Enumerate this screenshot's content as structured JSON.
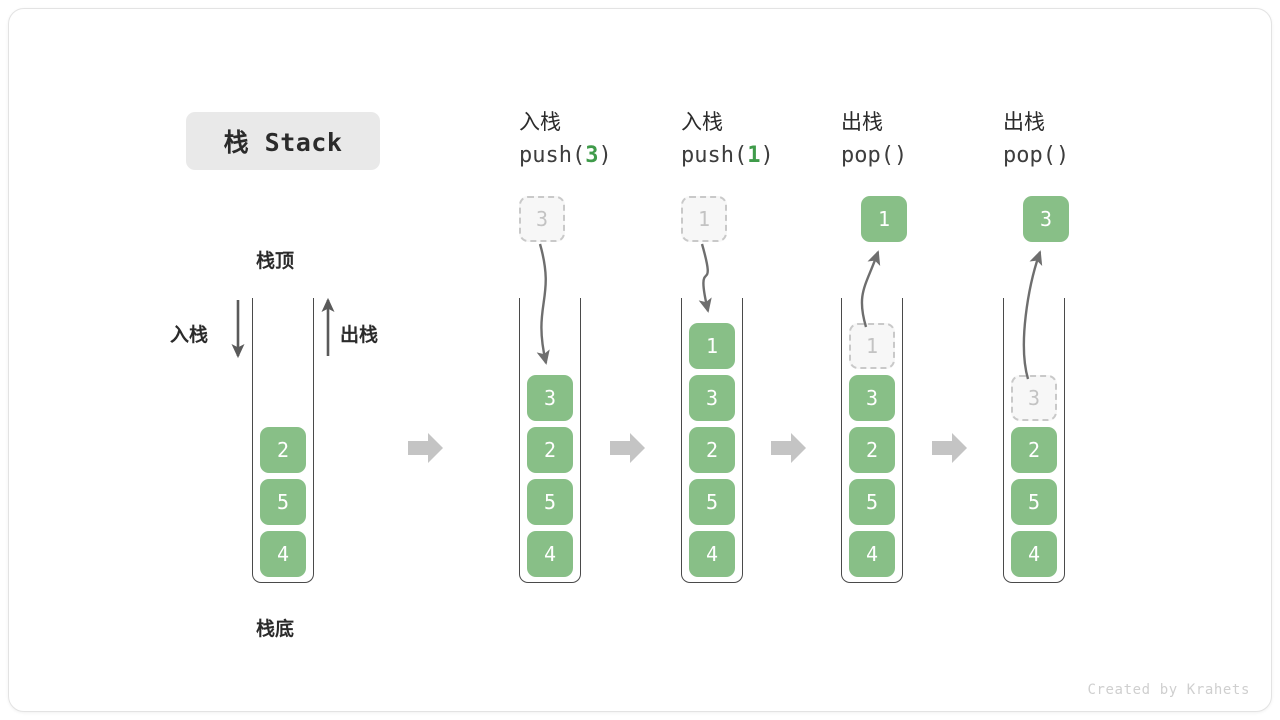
{
  "title_chip": {
    "text": "栈 Stack"
  },
  "labels": {
    "top": "栈顶",
    "bottom": "栈底",
    "push_side": "入栈",
    "pop_side": "出栈"
  },
  "watermark": "Created by Krahets",
  "colors": {
    "block_green": "#88bf87",
    "ghost_fill": "#f7f7f7",
    "ghost_border": "#c9c9c9",
    "arrow_gray": "#6e6e6e",
    "step_arrow": "#c4c4c4",
    "chip_bg": "#e9e9e9",
    "text_dark": "#2b2b2b",
    "accent_green_text": "#3f9b4a"
  },
  "initial_stack": {
    "blocks": [
      "2",
      "5",
      "4"
    ]
  },
  "steps": [
    {
      "id": "push-3",
      "head_cn": "入栈",
      "head_code_prefix": "push(",
      "head_code_arg": "3",
      "head_code_suffix": ")",
      "operation": "push",
      "floating": {
        "value": "3",
        "style": "ghost"
      },
      "blocks": [
        {
          "value": "3",
          "style": "solid"
        },
        {
          "value": "2",
          "style": "solid"
        },
        {
          "value": "5",
          "style": "solid"
        },
        {
          "value": "4",
          "style": "solid"
        }
      ]
    },
    {
      "id": "push-1",
      "head_cn": "入栈",
      "head_code_prefix": "push(",
      "head_code_arg": "1",
      "head_code_suffix": ")",
      "operation": "push",
      "floating": {
        "value": "1",
        "style": "ghost"
      },
      "blocks": [
        {
          "value": "1",
          "style": "solid"
        },
        {
          "value": "3",
          "style": "solid"
        },
        {
          "value": "2",
          "style": "solid"
        },
        {
          "value": "5",
          "style": "solid"
        },
        {
          "value": "4",
          "style": "solid"
        }
      ]
    },
    {
      "id": "pop-1",
      "head_cn": "出栈",
      "head_code_prefix": "pop(",
      "head_code_arg": "",
      "head_code_suffix": ")",
      "operation": "pop",
      "floating": {
        "value": "1",
        "style": "solid"
      },
      "blocks": [
        {
          "value": "1",
          "style": "ghost"
        },
        {
          "value": "3",
          "style": "solid"
        },
        {
          "value": "2",
          "style": "solid"
        },
        {
          "value": "5",
          "style": "solid"
        },
        {
          "value": "4",
          "style": "solid"
        }
      ]
    },
    {
      "id": "pop-3",
      "head_cn": "出栈",
      "head_code_prefix": "pop(",
      "head_code_arg": "",
      "head_code_suffix": ")",
      "operation": "pop",
      "floating": {
        "value": "3",
        "style": "solid"
      },
      "blocks": [
        {
          "value": "3",
          "style": "ghost"
        },
        {
          "value": "2",
          "style": "solid"
        },
        {
          "value": "5",
          "style": "solid"
        },
        {
          "value": "4",
          "style": "solid"
        }
      ]
    }
  ]
}
